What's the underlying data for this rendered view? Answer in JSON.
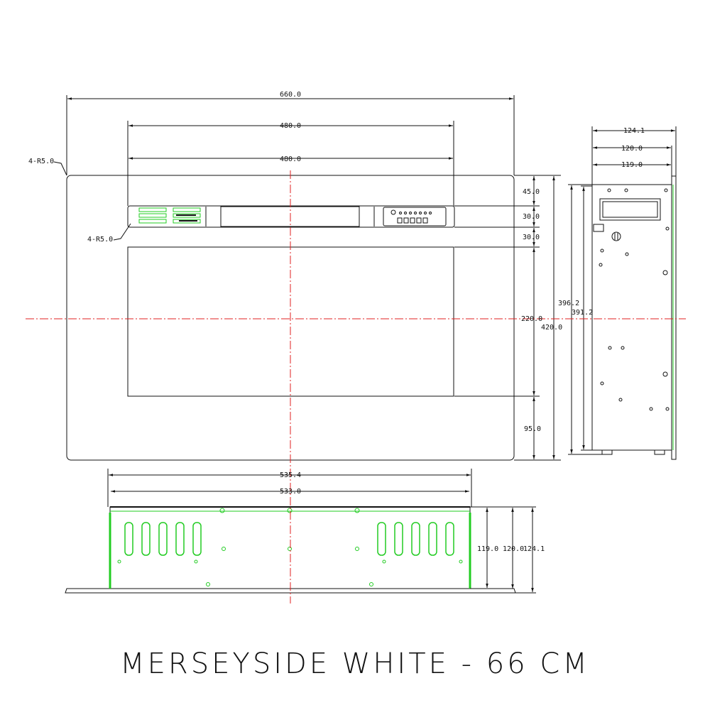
{
  "title": "MERSEYSIDE WHITE - 66 CM",
  "front_view": {
    "width_overall": "660.0",
    "width_top_panel": "480.0",
    "width_glass": "480.0",
    "corner_radius_outer": "4-R5.0",
    "corner_radius_inner": "4-R5.0",
    "right_dims": [
      "45.0",
      "30.0",
      "30.0",
      "220.0",
      "95.0"
    ],
    "height_overall": "420.0"
  },
  "side_view": {
    "depth_overall": "124.1",
    "depth_mid": "120.0",
    "depth_body": "119.0",
    "height_outer": "396.2",
    "height_inner": "391.2"
  },
  "bottom_view": {
    "width_outer": "535.4",
    "width_inner": "533.0",
    "depth_body": "119.0",
    "depth_mid": "120.0",
    "depth_overall": "124.1"
  },
  "colors": {
    "line": "#111111",
    "centerline": "#e02020",
    "vents": "#22cc22"
  }
}
